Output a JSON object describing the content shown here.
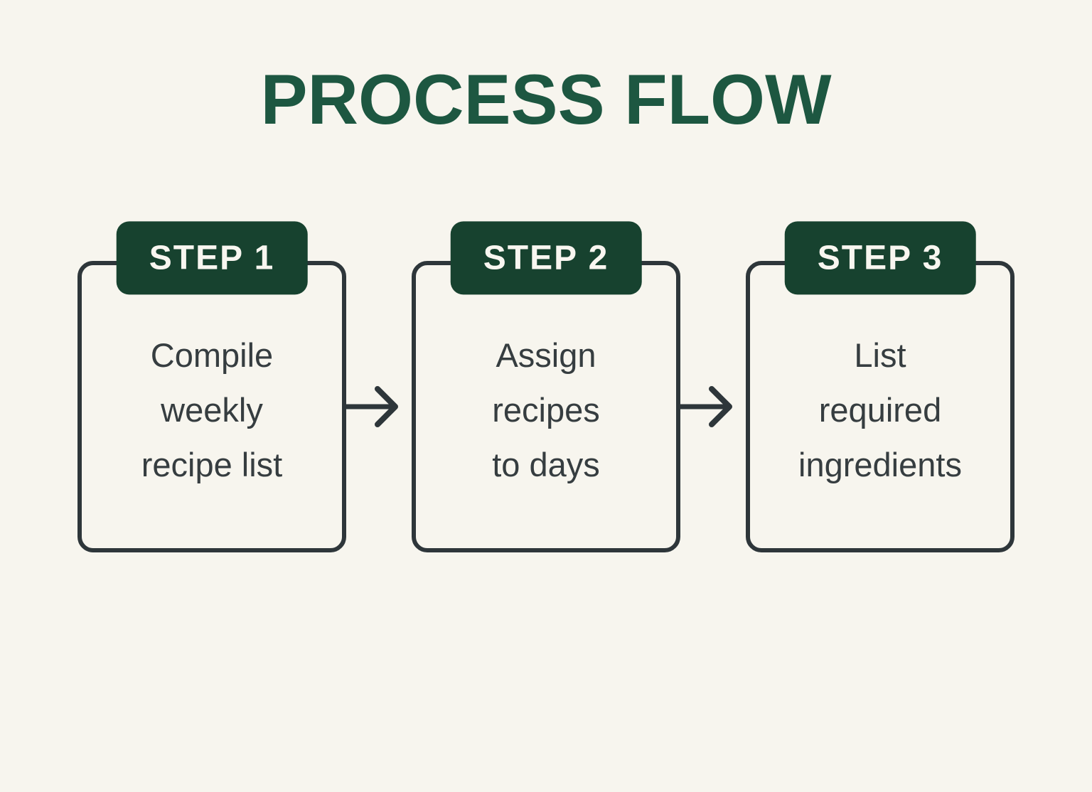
{
  "page": {
    "background_color": "#f7f5ee"
  },
  "title": "PROCESS FLOW",
  "colors": {
    "title_green": "#1d5741",
    "badge_green": "#17422f",
    "badge_text": "#f8f6f0",
    "outline_charcoal": "#2e363a",
    "body_text": "#363d40"
  },
  "steps": [
    {
      "badge": "STEP 1",
      "text": "Compile\nweekly\nrecipe list"
    },
    {
      "badge": "STEP 2",
      "text": "Assign\nrecipes\nto days"
    },
    {
      "badge": "STEP 3",
      "text": "List\nrequired\ningredients"
    }
  ],
  "arrows": [
    {
      "icon": "arrow-right-icon"
    },
    {
      "icon": "arrow-right-icon"
    }
  ]
}
